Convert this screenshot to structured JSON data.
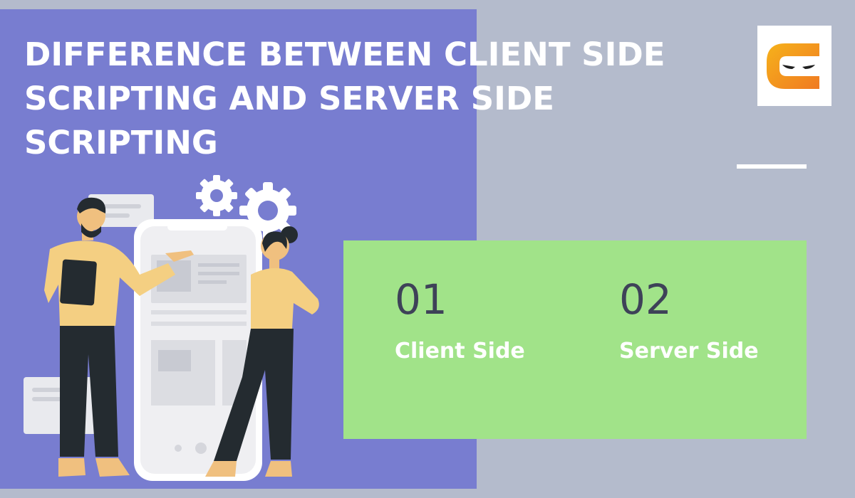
{
  "title": {
    "lines": [
      "DIFFERENCE BETWEEN CLIENT SIDE",
      "SCRIPTING AND SERVER SIDE",
      "SCRIPTING"
    ]
  },
  "logo": {
    "icon": "ninja-face-c-logo"
  },
  "items": [
    {
      "number": "01",
      "label": "Client Side"
    },
    {
      "number": "02",
      "label": "Server Side"
    }
  ],
  "colors": {
    "background": "#b4bbcc",
    "panel": "#787dd0",
    "card": "#a1e389",
    "number": "#3e4258",
    "logo_orange": "#f07a22",
    "logo_yellow": "#f6b21b"
  },
  "illustration": {
    "icon": "people-with-smartphone-illustration"
  }
}
